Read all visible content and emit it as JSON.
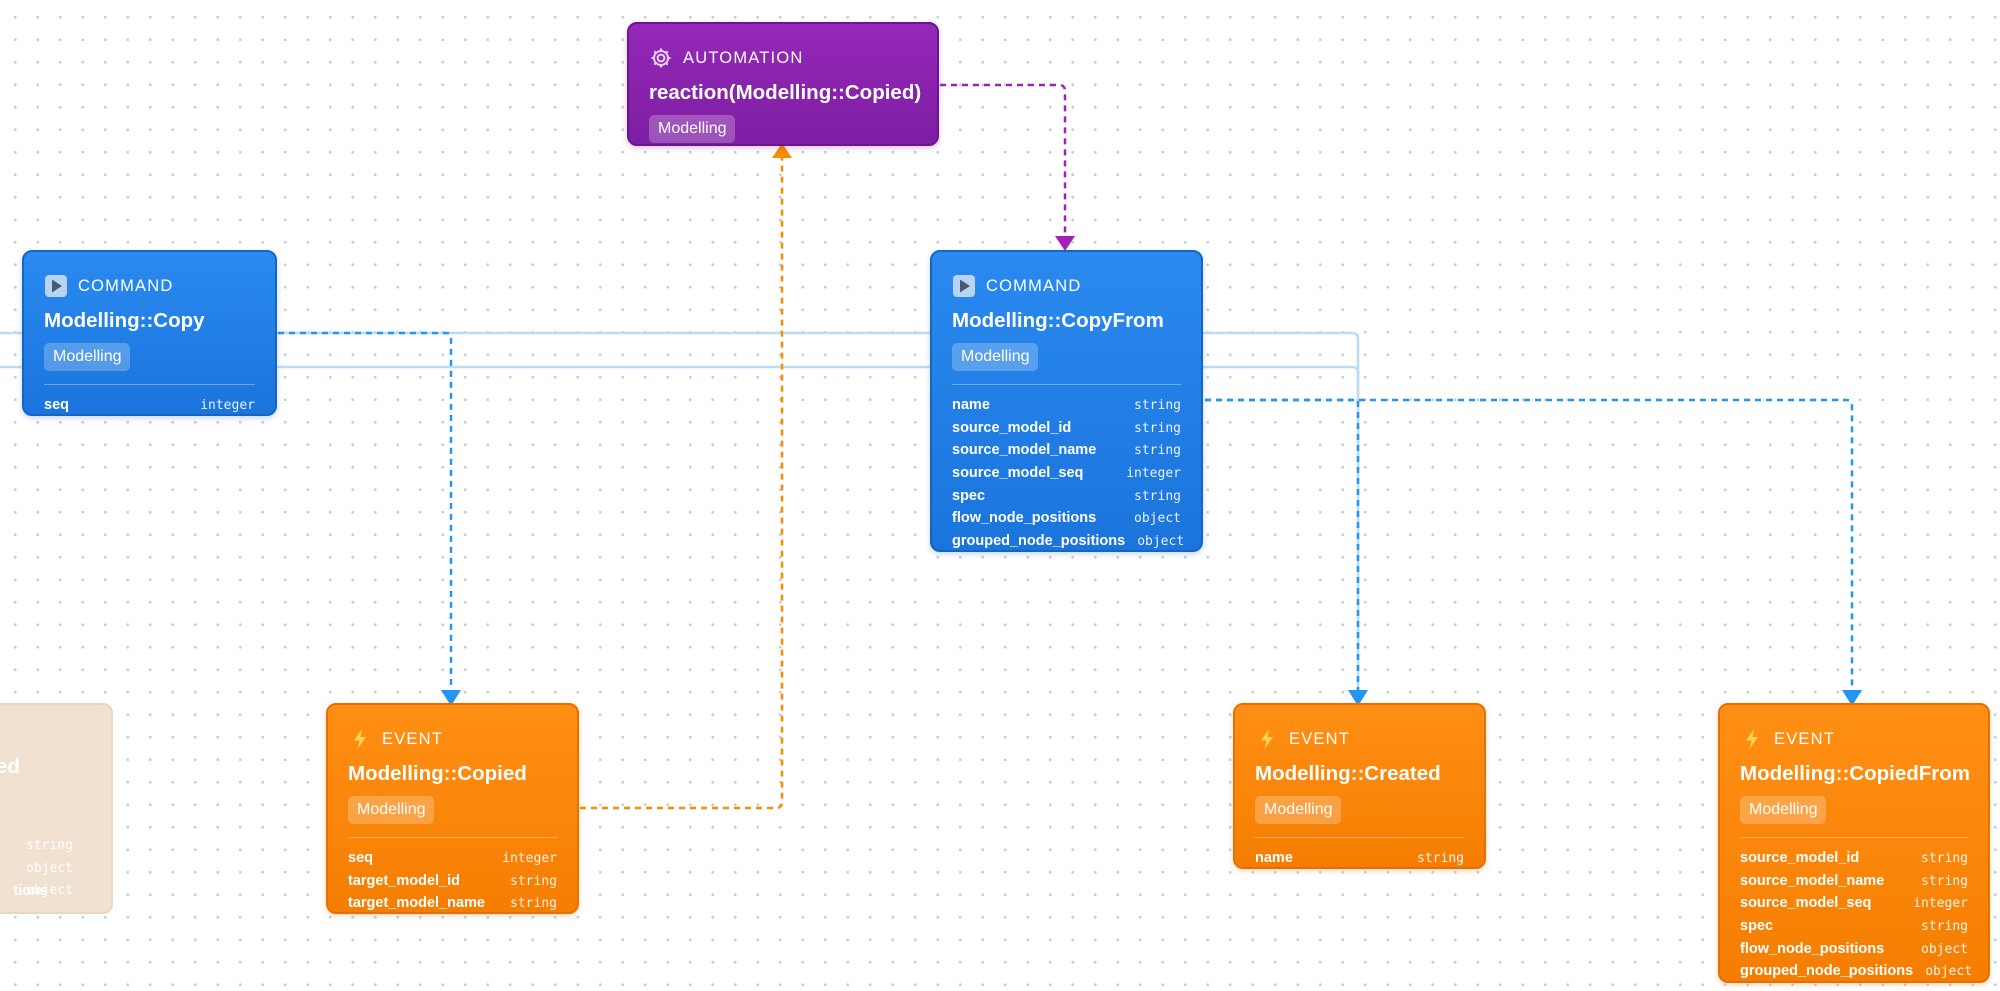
{
  "nodes": {
    "automation_reaction": {
      "kind": "AUTOMATION",
      "title": "reaction(Modelling::Copied)",
      "tag": "Modelling",
      "icon": "gear-icon"
    },
    "command_copy": {
      "kind": "COMMAND",
      "title": "Modelling::Copy",
      "tag": "Modelling",
      "icon": "play-icon",
      "fields": [
        {
          "name": "seq",
          "type": "integer"
        }
      ]
    },
    "command_copyfrom": {
      "kind": "COMMAND",
      "title": "Modelling::CopyFrom",
      "tag": "Modelling",
      "icon": "play-icon",
      "fields": [
        {
          "name": "name",
          "type": "string"
        },
        {
          "name": "source_model_id",
          "type": "string"
        },
        {
          "name": "source_model_name",
          "type": "string"
        },
        {
          "name": "source_model_seq",
          "type": "integer"
        },
        {
          "name": "spec",
          "type": "string"
        },
        {
          "name": "flow_node_positions",
          "type": "object"
        },
        {
          "name": "grouped_node_positions",
          "type": "object"
        }
      ]
    },
    "event_copied": {
      "kind": "EVENT",
      "title": "Modelling::Copied",
      "tag": "Modelling",
      "icon": "lightning-icon",
      "fields": [
        {
          "name": "seq",
          "type": "integer"
        },
        {
          "name": "target_model_id",
          "type": "string"
        },
        {
          "name": "target_model_name",
          "type": "string"
        }
      ]
    },
    "event_created": {
      "kind": "EVENT",
      "title": "Modelling::Created",
      "tag": "Modelling",
      "icon": "lightning-icon",
      "fields": [
        {
          "name": "name",
          "type": "string"
        }
      ]
    },
    "event_copiedfrom": {
      "kind": "EVENT",
      "title": "Modelling::CopiedFrom",
      "tag": "Modelling",
      "icon": "lightning-icon",
      "fields": [
        {
          "name": "source_model_id",
          "type": "string"
        },
        {
          "name": "source_model_name",
          "type": "string"
        },
        {
          "name": "source_model_seq",
          "type": "integer"
        },
        {
          "name": "spec",
          "type": "string"
        },
        {
          "name": "flow_node_positions",
          "type": "object"
        },
        {
          "name": "grouped_node_positions",
          "type": "object"
        }
      ]
    },
    "event_snapshotted_partial": {
      "title_fragment": "apshotted",
      "fields": [
        {
          "name": "",
          "type": "string"
        },
        {
          "name": "",
          "type": "object"
        },
        {
          "name": "tions",
          "type": "object"
        }
      ]
    }
  },
  "colors": {
    "command": "#1a74dc",
    "event": "#f57e02",
    "automation": "#7d1ea3",
    "edge_command": "#2196f3",
    "edge_event": "#fb8c00",
    "edge_automation": "#a020b8",
    "edge_faint": "#bcdcf5"
  },
  "edges": [
    {
      "from": "command_copy",
      "to": "event_copied",
      "style": "dashed",
      "color": "edge_command"
    },
    {
      "from": "event_copied",
      "to": "automation_reaction",
      "style": "dashed",
      "color": "edge_event"
    },
    {
      "from": "automation_reaction",
      "to": "command_copyfrom",
      "style": "dashed",
      "color": "edge_automation"
    },
    {
      "from": "command_copyfrom",
      "to": "event_created",
      "style": "dashed",
      "color": "edge_command"
    },
    {
      "from": "command_copyfrom",
      "to": "event_copiedfrom",
      "style": "dashed",
      "color": "edge_command"
    }
  ]
}
